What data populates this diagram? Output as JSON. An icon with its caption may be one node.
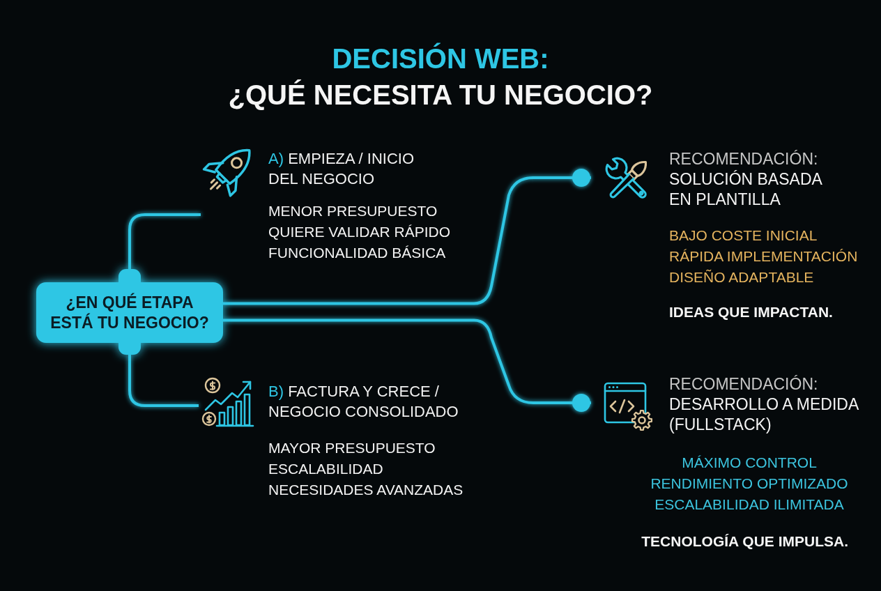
{
  "diagram": {
    "title": "DECISIÓN WEB:",
    "nodes": [
      {
        "text": [
          "¿EN QUÉ ETAPA ESTÁ TU NEGOCIO?"
        ]
      },
      {
        "text": [
          "A)",
          "EMPIEZA / INICIO DEL NEGOCIO",
          "MENOR PRESUPUESTO",
          "QUIERE VALIDAR RÁPIDO",
          "FUNCIONALIDAD BÁSICA"
        ]
      },
      {
        "text": [
          "B)",
          "FACTURA Y CRECE / NEGOCIO CONSOLIDADO",
          "MAYOR PRESUPUESTO",
          "ESCALABILIDAD",
          "NECESIDADES AVANZADAS"
        ]
      },
      {
        "text": [
          "RECOMENDACIÓN:",
          "SOLUCIÓN BASADA EN PLANTILLA",
          "BAJO COSTE INICIAL",
          "RÁPIDA IMPLEMENTACIÓN",
          "DISEÑO ADAPTABLE"
        ]
      },
      {
        "text": [
          "RECOMENDACIÓN:",
          "DESARROLLO A MEDIDA (FULLSTACK)",
          "MÁXIMO CONTROL",
          "RENDIMIENTO OPTIMIZADO",
          "ESCALABILIDAD ILIMITADA"
        ]
      }
    ],
    "edges": [
      {
        "from": 0,
        "to": 1,
        "arrow": "none"
      },
      {
        "from": 0,
        "to": 2,
        "arrow": "none"
      },
      {
        "from": 0,
        "to": 3,
        "arrow": "other"
      },
      {
        "from": 0,
        "to": 4,
        "arrow": "other"
      }
    ],
    "labels": [
      "¿QUÉ NECESITA TU NEGOCIO?",
      "IDEAS QUE IMPACTAN.",
      "TECNOLOGÍA QUE IMPULSA."
    ]
  }
}
